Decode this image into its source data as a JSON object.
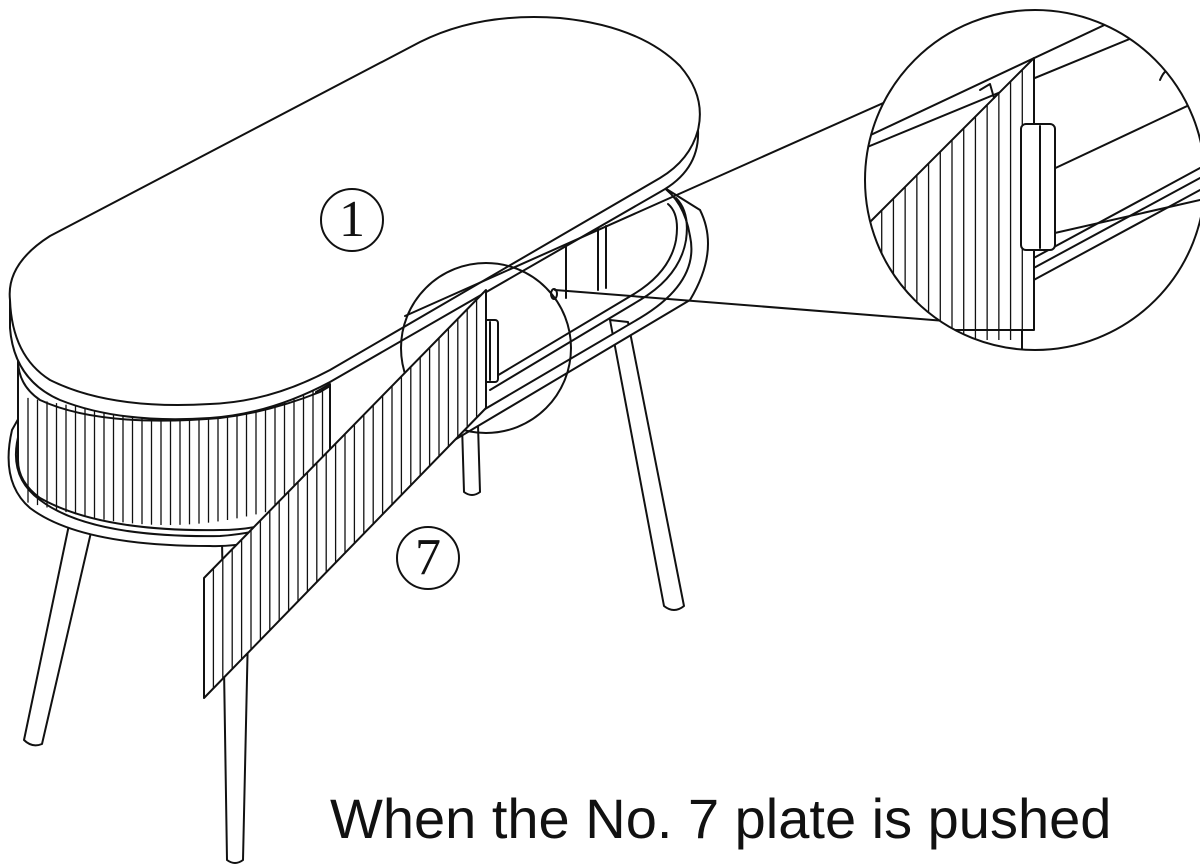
{
  "callouts": {
    "part_1": "1",
    "part_7": "7"
  },
  "caption": "When the No. 7 plate is pushed"
}
